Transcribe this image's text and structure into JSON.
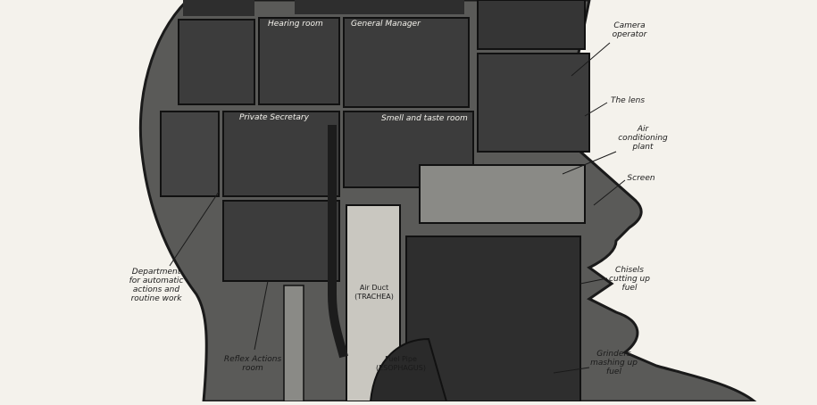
{
  "rooms": {
    "hearing_room": "Hearing room",
    "general_manager": "General Manager",
    "private_secretary": "Private Secretary",
    "smell_taste_room": "Smell and taste room"
  },
  "callouts": {
    "camera_operator": "Camera\noperator",
    "the_lens": "The lens",
    "air_conditioning": "Air\nconditioning\nplant",
    "screen": "Screen",
    "chisels": "Chisels\ncutting up\nfuel",
    "grinders": "Grinders\nmashing up\nfuel",
    "department": "Department\nfor automatic\nactions and\nroutine work",
    "reflex_actions": "Reflex Actions\nroom"
  },
  "ducts": {
    "air_duct": "Air Duct\n(TRACHEA)",
    "fuel_pipe": "Fuel Pipe\n(ESOPHAGUS)"
  },
  "colors": {
    "background": "#f4f2ec",
    "ink": "#1a1a1a",
    "dark_fill": "#3a3a3a",
    "mid_fill": "#8a8a86",
    "light_fill": "#c9c7c0"
  }
}
